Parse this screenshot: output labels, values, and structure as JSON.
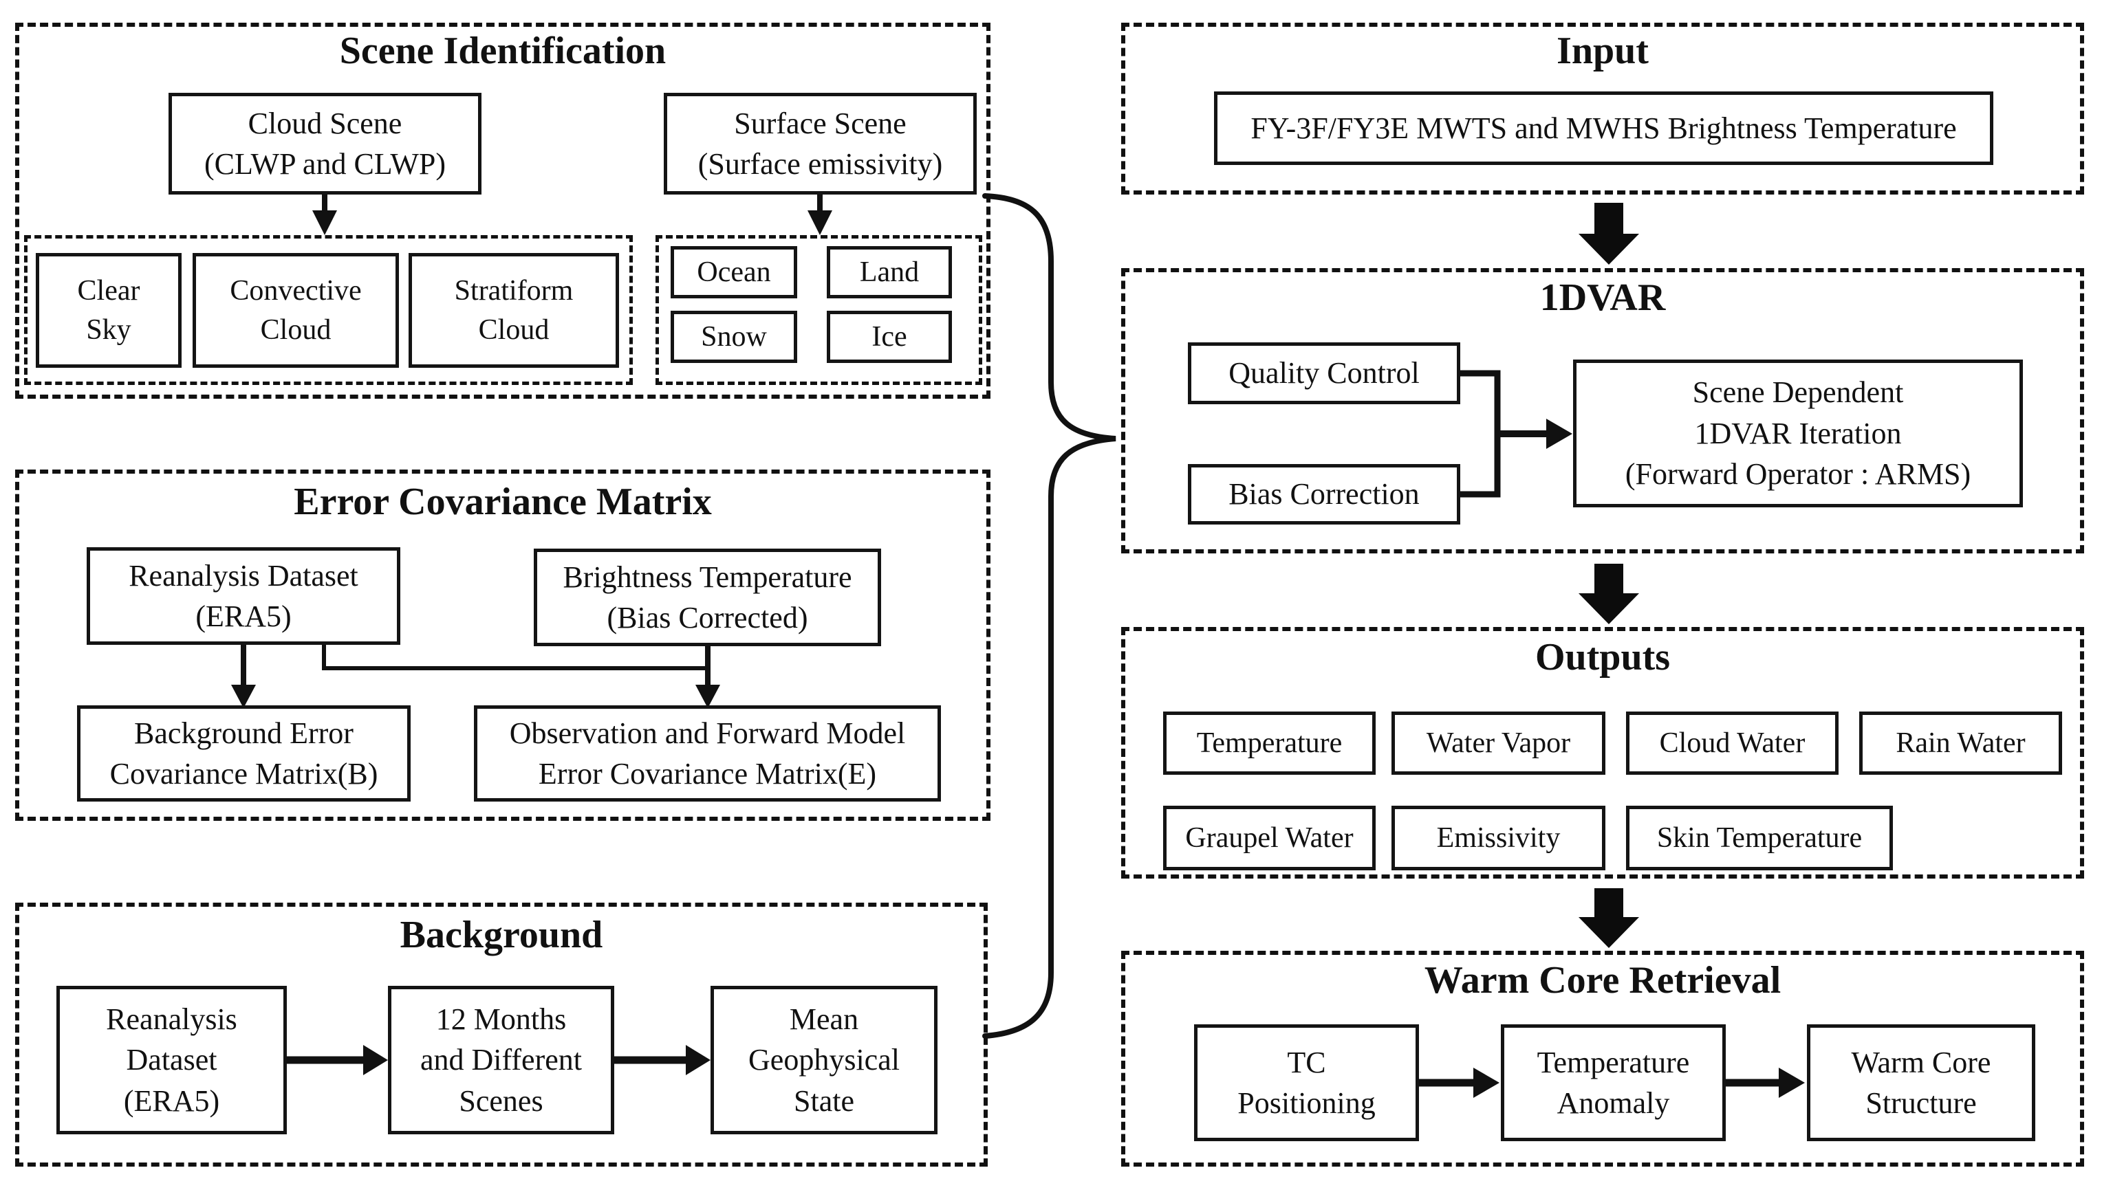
{
  "colors": {
    "line": "#111111",
    "background": "#ffffff"
  },
  "scene_identification": {
    "title": "Scene Identification",
    "cloud_scene": "Cloud Scene\n(CLWP and CLWP)",
    "surface_scene": "Surface Scene\n(Surface emissivity)",
    "cloud_types": [
      "Clear\nSky",
      "Convective\nCloud",
      "Stratiform\nCloud"
    ],
    "surface_types": [
      "Ocean",
      "Land",
      "Snow",
      "Ice"
    ]
  },
  "error_covariance": {
    "title": "Error Covariance Matrix",
    "reanalysis": "Reanalysis Dataset\n(ERA5)",
    "brightness_temperature": "Brightness Temperature\n(Bias Corrected)",
    "background_error": "Background Error\nCovariance Matrix(B)",
    "observation_error": "Observation and Forward Model\nError Covariance Matrix(E)"
  },
  "background": {
    "title": "Background",
    "reanalysis": "Reanalysis\nDataset\n(ERA5)",
    "months_scenes": "12 Months\nand Different\nScenes",
    "mean_state": "Mean\nGeophysical\nState"
  },
  "input": {
    "title": "Input",
    "source": "FY-3F/FY3E MWTS and MWHS Brightness Temperature"
  },
  "onedvar": {
    "title": "1DVAR",
    "quality_control": "Quality Control",
    "bias_correction": "Bias Correction",
    "iteration": "Scene Dependent\n1DVAR Iteration\n(Forward Operator : ARMS)"
  },
  "outputs": {
    "title": "Outputs",
    "row1": [
      "Temperature",
      "Water Vapor",
      "Cloud Water",
      "Rain Water"
    ],
    "row2": [
      "Graupel Water",
      "Emissivity",
      "Skin Temperature"
    ]
  },
  "warm_core": {
    "title": "Warm Core Retrieval",
    "steps": [
      "TC\nPositioning",
      "Temperature\nAnomaly",
      "Warm Core\nStructure"
    ]
  }
}
